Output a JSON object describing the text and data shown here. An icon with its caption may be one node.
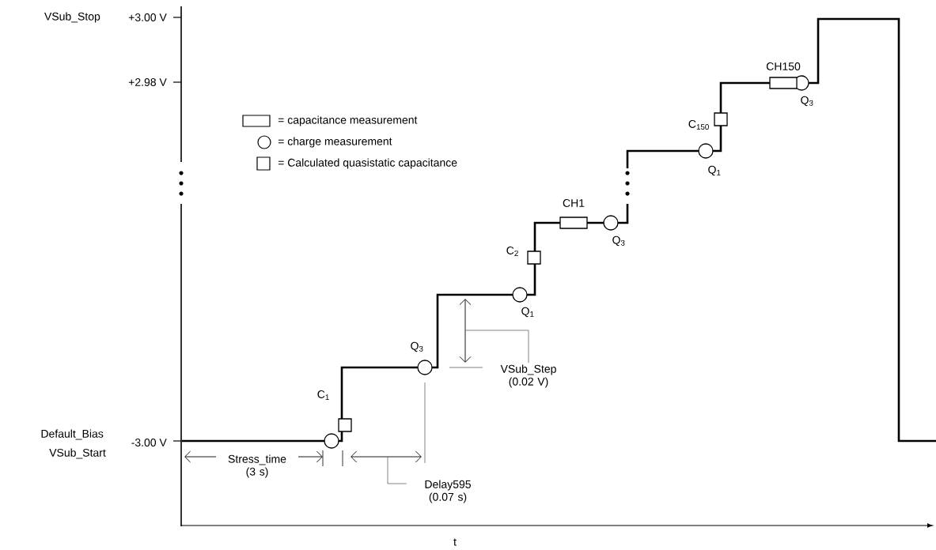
{
  "diagram": {
    "nodes": [
      {
        "text": [
          "VSub_Step (0.02 V)"
        ]
      },
      {
        "text": [
          "Delay595 (0.07 s)"
        ]
      }
    ],
    "edges": [
      {
        "from": 0,
        "to": null,
        "arrow": "none"
      },
      {
        "from": 1,
        "to": null,
        "arrow": "none"
      }
    ],
    "labels": [
      "VSub_Stop",
      "+3.00 V",
      "+2.98 V",
      "CH150",
      "Q$_{3}$",
      "C$_{150}$",
      "Q$_{1}$",
      "CH1",
      "C$_{2}$",
      "Q$_{3}$",
      "Q$_{1}$",
      "Q$_{3}$",
      "C$_{1}$",
      "Default_Bias",
      "VSub_Start",
      "-3.00 V",
      "Stress_time (3 s)",
      "t"
    ],
    "legend": [
      {
        "text": "= capacitance measurement"
      },
      {
        "text": "= charge measurement"
      },
      {
        "text": "= Calculated quasistatic capacitance"
      }
    ]
  }
}
